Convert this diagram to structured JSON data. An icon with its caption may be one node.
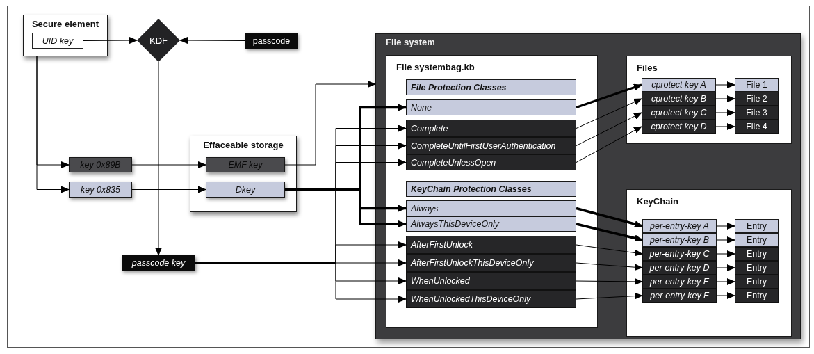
{
  "diagram": {
    "nodes": [
      {
        "text": [
          "Secure element"
        ]
      },
      {
        "text": [
          "UID key"
        ],
        "in": 0
      },
      {
        "text": [
          "KDF"
        ]
      },
      {
        "text": [
          "passcode"
        ]
      },
      {
        "text": [
          "key 0x89B"
        ]
      },
      {
        "text": [
          "key 0x835"
        ]
      },
      {
        "text": [
          "Effaceable storage"
        ]
      },
      {
        "text": [
          "EMF key"
        ],
        "in": 6
      },
      {
        "text": [
          "Dkey"
        ],
        "in": 6
      },
      {
        "text": [
          "passcode key"
        ]
      },
      {
        "text": [
          "File system"
        ]
      },
      {
        "text": [
          "File systembag.kb"
        ],
        "in": 10
      },
      {
        "text": [
          "File Protection Classes"
        ],
        "in": 11
      },
      {
        "text": [
          "None"
        ],
        "in": 11
      },
      {
        "text": [
          "Complete"
        ],
        "in": 11
      },
      {
        "text": [
          "CompleteUntilFirstUserAuthentication"
        ],
        "in": 11
      },
      {
        "text": [
          "CompleteUnlessOpen"
        ],
        "in": 11
      },
      {
        "text": [
          "KeyChain Protection Classes"
        ],
        "in": 11
      },
      {
        "text": [
          "Always"
        ],
        "in": 11
      },
      {
        "text": [
          "AlwaysThisDeviceOnly"
        ],
        "in": 11
      },
      {
        "text": [
          "AfterFirstUnlock"
        ],
        "in": 11
      },
      {
        "text": [
          "AfterFirstUnlockThisDeviceOnly"
        ],
        "in": 11
      },
      {
        "text": [
          "WhenUnlocked"
        ],
        "in": 11
      },
      {
        "text": [
          "WhenUnlockedThisDeviceOnly"
        ],
        "in": 11
      },
      {
        "text": [
          "Files"
        ],
        "in": 10
      },
      {
        "text": [
          "cprotect key A"
        ],
        "in": 24
      },
      {
        "text": [
          "cprotect key B"
        ],
        "in": 24
      },
      {
        "text": [
          "cprotect key C"
        ],
        "in": 24
      },
      {
        "text": [
          "cprotect key D"
        ],
        "in": 24
      },
      {
        "text": [
          "File 1"
        ],
        "in": 24
      },
      {
        "text": [
          "File 2"
        ],
        "in": 24
      },
      {
        "text": [
          "File 3"
        ],
        "in": 24
      },
      {
        "text": [
          "File 4"
        ],
        "in": 24
      },
      {
        "text": [
          "KeyChain"
        ],
        "in": 10
      },
      {
        "text": [
          "per-entry-key A"
        ],
        "in": 33
      },
      {
        "text": [
          "per-entry-key B"
        ],
        "in": 33
      },
      {
        "text": [
          "per-entry-key C"
        ],
        "in": 33
      },
      {
        "text": [
          "per-entry-key D"
        ],
        "in": 33
      },
      {
        "text": [
          "per-entry-key E"
        ],
        "in": 33
      },
      {
        "text": [
          "per-entry-key F"
        ],
        "in": 33
      },
      {
        "text": [
          "Entry"
        ],
        "in": 33
      },
      {
        "text": [
          "Entry"
        ],
        "in": 33
      },
      {
        "text": [
          "Entry"
        ],
        "in": 33
      },
      {
        "text": [
          "Entry"
        ],
        "in": 33
      },
      {
        "text": [
          "Entry"
        ],
        "in": 33
      },
      {
        "text": [
          "Entry"
        ],
        "in": 33
      }
    ],
    "edges": [
      {
        "from": 1,
        "to": 2,
        "arrow": "to"
      },
      {
        "from": 3,
        "to": 2,
        "arrow": "to"
      },
      {
        "from": 0,
        "to": 4,
        "arrow": "to"
      },
      {
        "from": 0,
        "to": 5,
        "arrow": "to"
      },
      {
        "from": 2,
        "to": 9,
        "arrow": "to"
      },
      {
        "from": 4,
        "to": 7,
        "arrow": "to"
      },
      {
        "from": 5,
        "to": 8,
        "arrow": "to"
      },
      {
        "from": 7,
        "to": 10,
        "arrow": "to"
      },
      {
        "from": 8,
        "to": 13,
        "arrow": "to",
        "style": "thick"
      },
      {
        "from": 8,
        "to": 18,
        "arrow": "to",
        "style": "thick"
      },
      {
        "from": 8,
        "to": 19,
        "arrow": "to",
        "style": "thick"
      },
      {
        "from": 9,
        "to": 14,
        "arrow": "to"
      },
      {
        "from": 9,
        "to": 15,
        "arrow": "to"
      },
      {
        "from": 9,
        "to": 16,
        "arrow": "to"
      },
      {
        "from": 9,
        "to": 20,
        "arrow": "to"
      },
      {
        "from": 9,
        "to": 21,
        "arrow": "to"
      },
      {
        "from": 9,
        "to": 22,
        "arrow": "to"
      },
      {
        "from": 9,
        "to": 23,
        "arrow": "to"
      },
      {
        "from": 13,
        "to": 25,
        "arrow": "to",
        "style": "thick"
      },
      {
        "from": 14,
        "to": 26,
        "arrow": "to"
      },
      {
        "from": 15,
        "to": 27,
        "arrow": "to"
      },
      {
        "from": 16,
        "to": 28,
        "arrow": "to"
      },
      {
        "from": 25,
        "to": 29,
        "arrow": "to"
      },
      {
        "from": 26,
        "to": 30,
        "arrow": "to"
      },
      {
        "from": 27,
        "to": 31,
        "arrow": "to"
      },
      {
        "from": 28,
        "to": 32,
        "arrow": "to"
      },
      {
        "from": 18,
        "to": 34,
        "arrow": "to",
        "style": "thick"
      },
      {
        "from": 19,
        "to": 35,
        "arrow": "to",
        "style": "thick"
      },
      {
        "from": 20,
        "to": 36,
        "arrow": "to"
      },
      {
        "from": 21,
        "to": 37,
        "arrow": "to"
      },
      {
        "from": 22,
        "to": 38,
        "arrow": "to"
      },
      {
        "from": 23,
        "to": 39,
        "arrow": "to"
      },
      {
        "from": 34,
        "to": 40,
        "arrow": "to"
      },
      {
        "from": 35,
        "to": 41,
        "arrow": "to"
      },
      {
        "from": 36,
        "to": 42,
        "arrow": "to"
      },
      {
        "from": 37,
        "to": 43,
        "arrow": "to"
      },
      {
        "from": 38,
        "to": 44,
        "arrow": "to"
      },
      {
        "from": 39,
        "to": 45,
        "arrow": "to"
      }
    ]
  }
}
